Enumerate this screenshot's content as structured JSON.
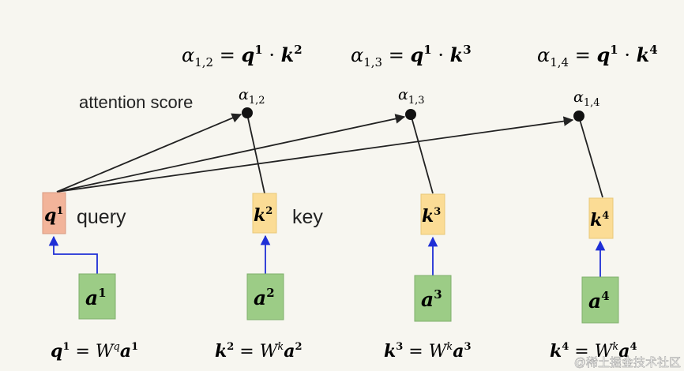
{
  "equations_top": [
    {
      "alpha": "α",
      "sub": "1,2",
      "rest_bold": "q",
      "sup1": "1",
      "dot": "·",
      "k": "k",
      "sup2": "2"
    },
    {
      "alpha": "α",
      "sub": "1,3",
      "rest_bold": "q",
      "sup1": "1",
      "dot": "·",
      "k": "k",
      "sup2": "3"
    },
    {
      "alpha": "α",
      "sub": "1,4",
      "rest_bold": "q",
      "sup1": "1",
      "dot": "·",
      "k": "k",
      "sup2": "4"
    }
  ],
  "attention_label": "attention score",
  "score_nodes": [
    {
      "alpha": "α",
      "sub": "1,2"
    },
    {
      "alpha": "α",
      "sub": "1,3"
    },
    {
      "alpha": "α",
      "sub": "1,4"
    }
  ],
  "query_label": "query",
  "key_label": "key",
  "q_box": {
    "var": "q",
    "sup": "1"
  },
  "k_boxes": [
    {
      "var": "k",
      "sup": "2"
    },
    {
      "var": "k",
      "sup": "3"
    },
    {
      "var": "k",
      "sup": "4"
    }
  ],
  "a_boxes": [
    {
      "var": "a",
      "sup": "1"
    },
    {
      "var": "a",
      "sup": "2"
    },
    {
      "var": "a",
      "sup": "3"
    },
    {
      "var": "a",
      "sup": "4"
    }
  ],
  "bottom_equations": [
    {
      "lhs": "q",
      "lhs_sup": "1",
      "eq": "=",
      "W": "W",
      "W_sup": "q",
      "a": "a",
      "a_sup": "1"
    },
    {
      "lhs": "k",
      "lhs_sup": "2",
      "eq": "=",
      "W": "W",
      "W_sup": "k",
      "a": "a",
      "a_sup": "2"
    },
    {
      "lhs": "k",
      "lhs_sup": "3",
      "eq": "=",
      "W": "W",
      "W_sup": "k",
      "a": "a",
      "a_sup": "3"
    },
    {
      "lhs": "k",
      "lhs_sup": "4",
      "eq": "=",
      "W": "W",
      "W_sup": "k",
      "a": "a",
      "a_sup": "4"
    }
  ],
  "watermark": "@稀土掘金技术社区",
  "colors": {
    "background": "#f7f6f0",
    "q_fill": "#f2b49a",
    "q_stroke": "#d89a80",
    "k_fill": "#fbdc95",
    "k_stroke": "#e8c878",
    "a_fill": "#9ccc86",
    "a_stroke": "#7fb06c",
    "arrow_black": "#222222",
    "arrow_blue": "#1f2fd6"
  }
}
